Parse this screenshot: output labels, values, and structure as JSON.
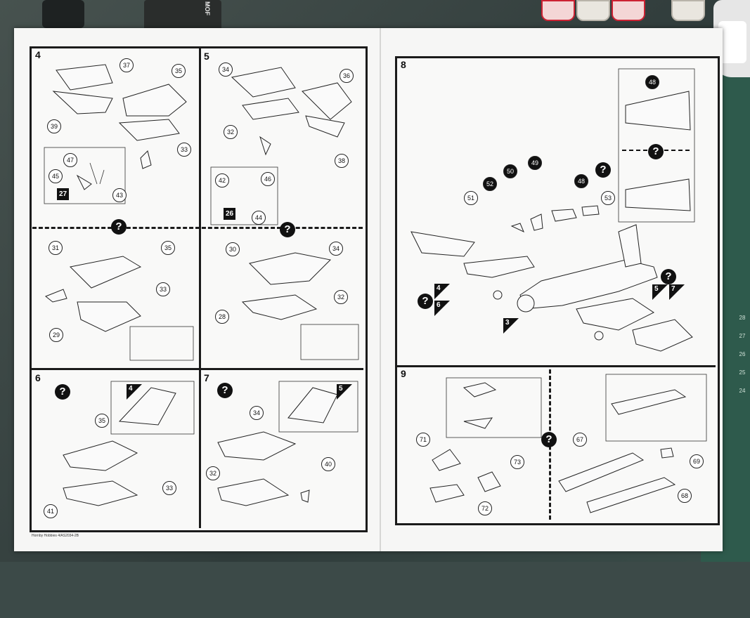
{
  "footer_text": "Hornby Hobbies 4/AS2034-2B",
  "mat_ruler": [
    "28",
    "27",
    "26",
    "25",
    "24"
  ],
  "clip_label": "MOF",
  "steps": {
    "s4": {
      "number": "4",
      "parts": [
        "37",
        "35",
        "39",
        "33",
        "47",
        "45",
        "27",
        "43"
      ]
    },
    "s4b": {
      "parts": [
        "31",
        "35",
        "33",
        "29"
      ]
    },
    "s5": {
      "number": "5",
      "parts": [
        "34",
        "36",
        "32",
        "38",
        "42",
        "46",
        "26",
        "44"
      ]
    },
    "s5b": {
      "parts": [
        "30",
        "34",
        "28",
        "32"
      ]
    },
    "s6": {
      "number": "6",
      "ref": "4",
      "parts": [
        "35",
        "33",
        "41"
      ]
    },
    "s7": {
      "number": "7",
      "ref": "5",
      "parts": [
        "34",
        "32",
        "40"
      ]
    },
    "s8": {
      "number": "8",
      "parts": [
        "48",
        "52",
        "50",
        "49",
        "48",
        "53",
        "51"
      ],
      "refs": [
        "4",
        "6",
        "3",
        "5",
        "7"
      ]
    },
    "s9": {
      "number": "9",
      "parts": [
        "71",
        "73",
        "72",
        "67",
        "69",
        "68"
      ]
    }
  },
  "qmark": "?"
}
